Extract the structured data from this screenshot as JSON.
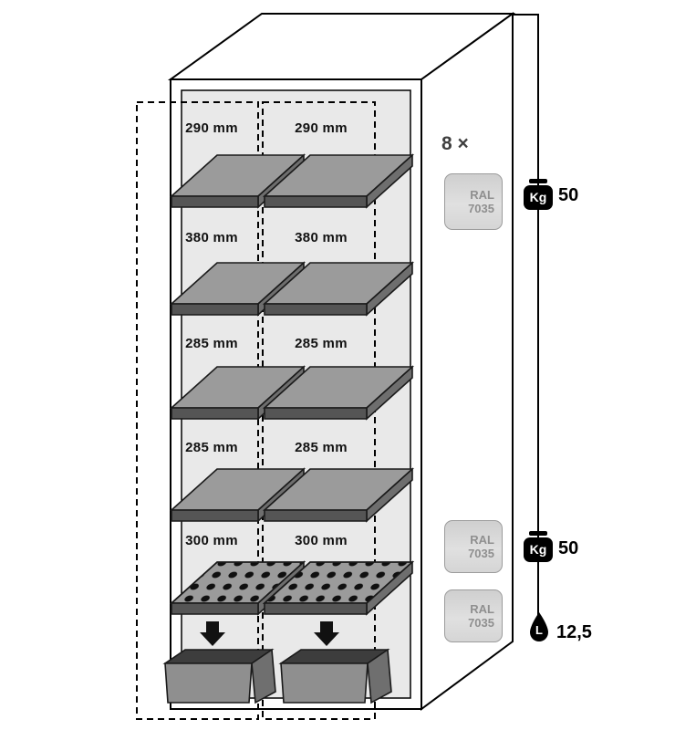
{
  "rows": [
    {
      "left": "290 mm",
      "right": "290 mm"
    },
    {
      "left": "380 mm",
      "right": "380 mm"
    },
    {
      "left": "285 mm",
      "right": "285 mm"
    },
    {
      "left": "285 mm",
      "right": "285 mm"
    },
    {
      "left": "300 mm",
      "right": "300 mm"
    }
  ],
  "annotations": {
    "count": "8 ×",
    "swatches": [
      {
        "line1": "RAL",
        "line2": "7035"
      },
      {
        "line1": "RAL",
        "line2": "7035"
      },
      {
        "line1": "RAL",
        "line2": "7035"
      }
    ],
    "weights": [
      {
        "unit": "Kg",
        "value": "50"
      },
      {
        "unit": "Kg",
        "value": "50"
      }
    ],
    "volume": {
      "unit": "L",
      "value": "12,5"
    }
  },
  "colors": {
    "shelf_top": "#9b9b9b",
    "shelf_front": "#555555",
    "interior": "#e9e9e9",
    "swatch": "#d5d5d5",
    "line": "#000000"
  }
}
